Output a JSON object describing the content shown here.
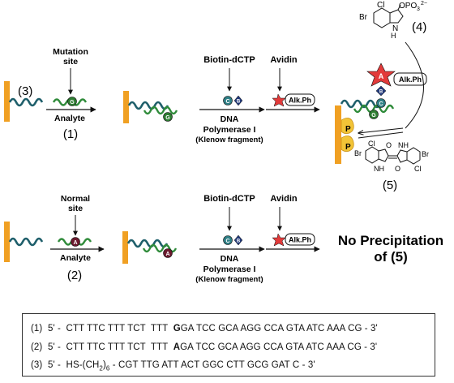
{
  "labels": {
    "compound3": "(3)",
    "compound4": "(4)",
    "compound5": "(5)",
    "compound1": "(1)",
    "compound2": "(2)",
    "mutation_site_line1": "Mutation",
    "mutation_site_line2": "site",
    "normal_site_line1": "Normal",
    "normal_site_line2": "site",
    "analyte": "Analyte",
    "biotin_dctp": "Biotin-dCTP",
    "avidin": "Avidin",
    "dna": "DNA",
    "polymerase": "Polymerase I",
    "klenow": "(Klenow fragment)",
    "alk_ph": "Alk.Ph",
    "no_precip_line1": "No Precipitation",
    "no_precip_line2": "of (5)",
    "base_G": "G",
    "base_A": "A",
    "base_C": "C",
    "base_B": "B",
    "avidin_A": "A",
    "phosphate_P": "P",
    "substrate_cl": "Cl",
    "substrate_br": "Br",
    "substrate_opo3": "OPO",
    "substrate_3": "3",
    "substrate_charge": "2−",
    "substrate_nh": "N",
    "substrate_h": "H",
    "product_o": "O",
    "product_nh": "NH"
  },
  "sequences": [
    {
      "num": "(1)",
      "prefix": "5' -  CTT TTC TTT TCT  TTT  ",
      "base": "G",
      "suffix": "GA TCC GCA AGG CCA GTA ATC AAA CG - 3'"
    },
    {
      "num": "(2)",
      "prefix": "5' -  CTT TTC TTT TCT  TTT  ",
      "base": "A",
      "suffix": "GA TCC GCA AGG CCA GTA ATC AAA CG - 3'"
    },
    {
      "num": "(3)",
      "prefix": "5' -  HS-(CH",
      "sub": "2",
      "suffix": ")",
      "sub2": "6",
      "rest": " - CGT TTG ATT ACT GGC CTT GCG GAT C - 3'"
    }
  ],
  "colors": {
    "electrode": "#f0a023",
    "strand_dark": "#1f5f6b",
    "strand_green": "#2f8b3a",
    "base_green": "#2e7d32",
    "base_A": "#6b1a2e",
    "dctp_teal": "#2f7f86",
    "biotin_navy": "#233a7a",
    "avidin_red": "#e23a3a",
    "phosphate_yellow": "#f2c437"
  }
}
